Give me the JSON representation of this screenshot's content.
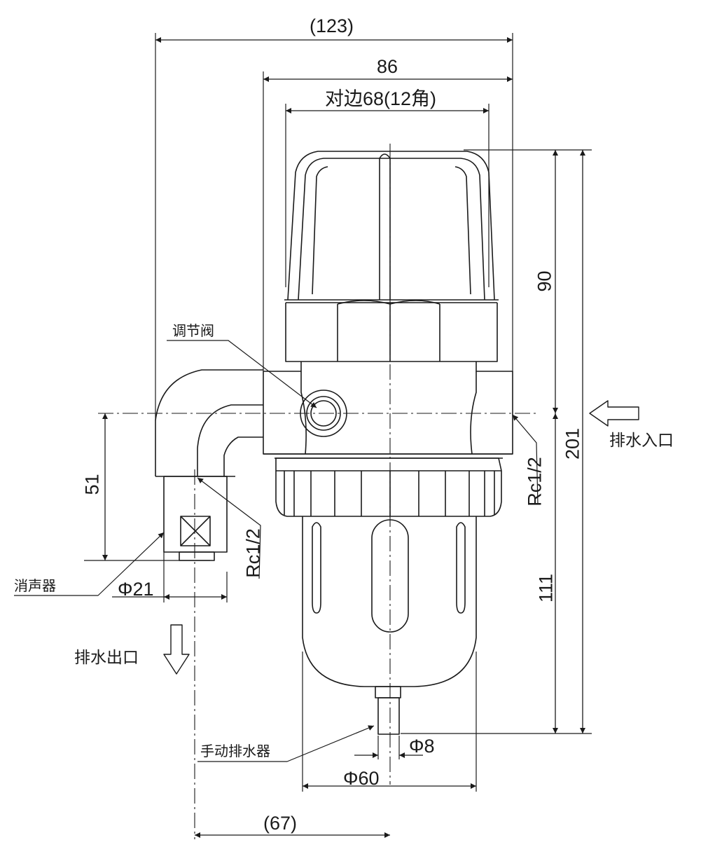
{
  "dimensions": {
    "overall_width": "(123)",
    "body_width": "86",
    "across_flats": "对边68(12角)",
    "upper_height": "90",
    "total_height": "201",
    "lower_height": "111",
    "outlet_offset": "51",
    "silencer_dia": "Φ21",
    "drain_dia": "Φ8",
    "bowl_dia": "Φ60",
    "center_offset": "(67)",
    "inlet_thread": "Rc1/2",
    "outlet_thread": "Rc1/2"
  },
  "callouts": {
    "valve": "调节阀",
    "silencer": "消声器",
    "manual_drain": "手动排水器"
  },
  "ports": {
    "inlet": "排水入口",
    "outlet": "排水出口"
  },
  "colors": {
    "line": "#1a1a1a",
    "background": "#ffffff"
  }
}
